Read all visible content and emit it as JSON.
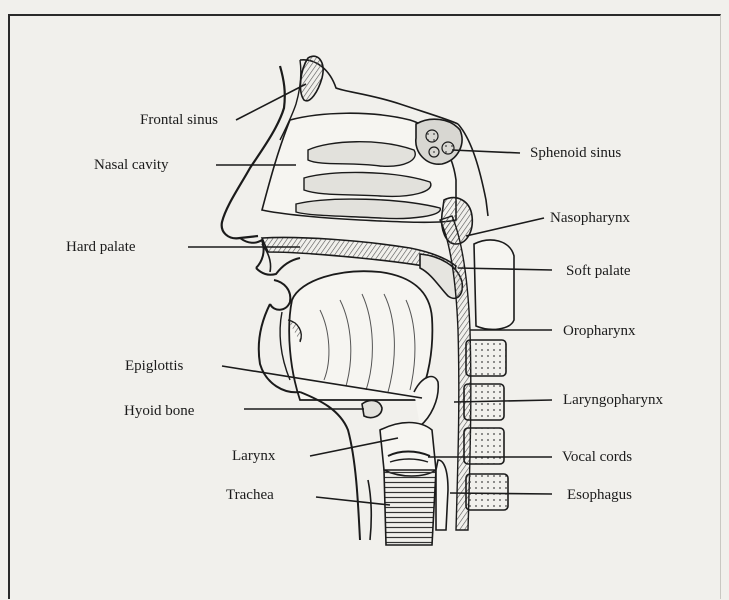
{
  "labels": {
    "frontal_sinus": "Frontal sinus",
    "nasal_cavity": "Nasal cavity",
    "hard_palate": "Hard palate",
    "epiglottis": "Epiglottis",
    "hyoid_bone": "Hyoid bone",
    "larynx": "Larynx",
    "trachea": "Trachea",
    "sphenoid_sinus": "Sphenoid sinus",
    "nasopharynx": "Nasopharynx",
    "soft_palate": "Soft palate",
    "oropharynx": "Oropharynx",
    "laryngopharynx": "Laryngopharynx",
    "vocal_cords": "Vocal cords",
    "esophagus": "Esophagus"
  },
  "colors": {
    "ink": "#1b1b1b",
    "paper": "#f1f0ec",
    "shade": "#9a9a96"
  }
}
